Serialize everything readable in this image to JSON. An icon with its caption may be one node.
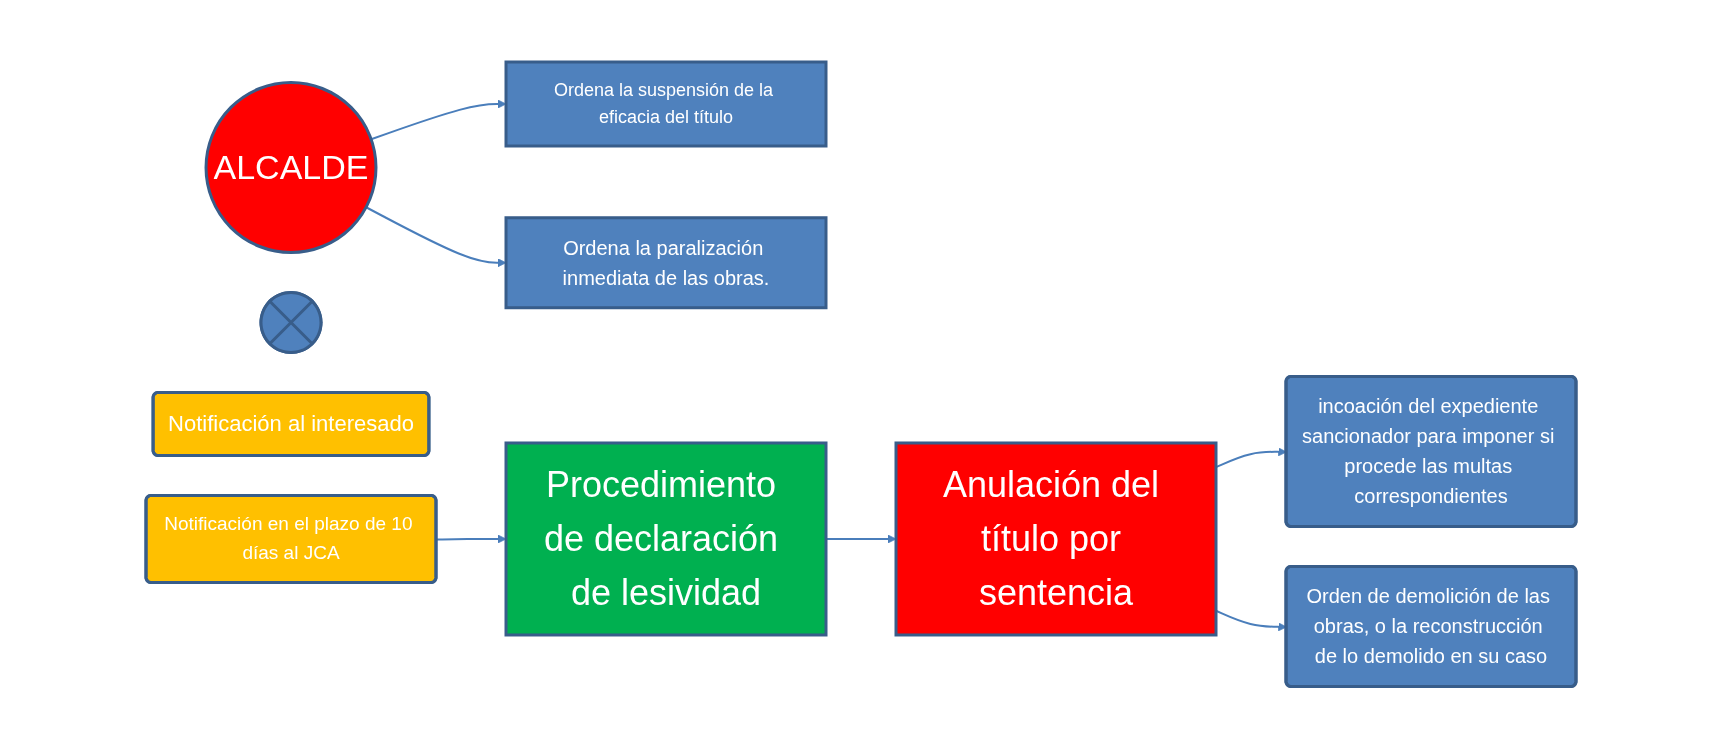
{
  "diagram": {
    "nodes": [
      {
        "text": [
          "ALCALDE"
        ]
      },
      {
        "text": [
          "Ordena la suspensión de la eficacia del título"
        ]
      },
      {
        "text": [],
        "shape": "plus"
      },
      {
        "text": [
          "Ordena la paralización inmediata de las obras."
        ]
      },
      {
        "text": [
          "Notificación al interesado"
        ]
      },
      {
        "text": [
          "Notificación en el plazo de 10 días al JCA"
        ]
      },
      {
        "text": [
          "incoación del expediente sancionador para imponer si procede las multas correspondientes"
        ]
      },
      {
        "text": [
          "Anulación del título por sentencia"
        ]
      },
      {
        "text": [
          "Procedimiento de declaración de lesividad"
        ]
      },
      {
        "text": [
          "Orden de demolición de las obras, o la reconstrucción de lo demolido en su caso"
        ]
      }
    ],
    "edges": [
      {
        "from": 0,
        "to": 1,
        "arrow": "to"
      },
      {
        "from": 0,
        "to": 3,
        "arrow": "to"
      },
      {
        "from": 5,
        "to": 8,
        "arrow": "to"
      },
      {
        "from": 8,
        "to": 7,
        "arrow": "to"
      },
      {
        "from": 7,
        "to": 6,
        "arrow": "to"
      },
      {
        "from": 7,
        "to": 9,
        "arrow": "to"
      }
    ]
  }
}
